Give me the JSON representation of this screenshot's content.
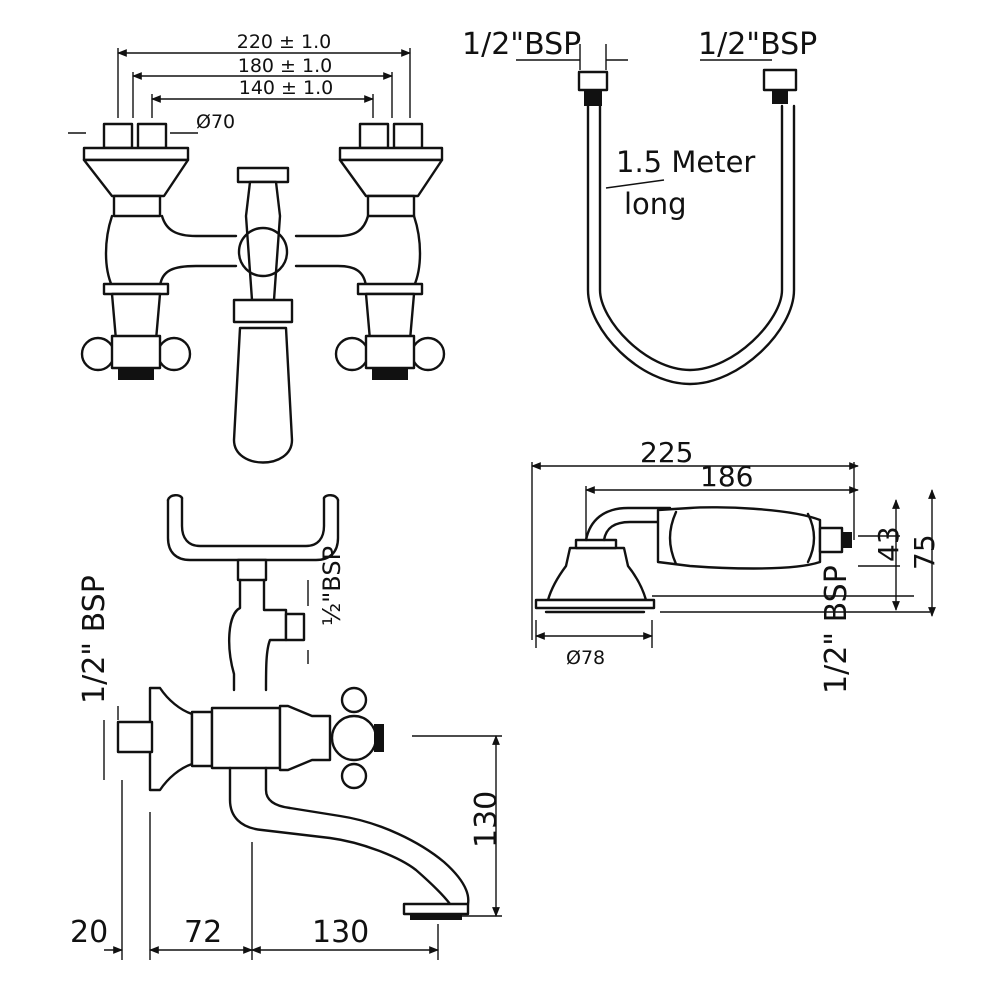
{
  "front_view": {
    "dim_centres_1": "220 ± 1.0",
    "dim_centres_2": "180 ± 1.0",
    "dim_centres_3": "140 ± 1.0",
    "dim_flange_diameter": "Ø70"
  },
  "hose": {
    "inlet_label": "1/2\"BSP",
    "outlet_label": "1/2\"BSP",
    "length_line1": "1.5 Meter",
    "length_line2": "long"
  },
  "handshower": {
    "dim_overall_length": "225",
    "dim_handle_length": "186",
    "dim_height_1": "43",
    "dim_height_2": "75",
    "dim_head_diameter": "Ø78",
    "connection_label": "1/2\" BSP"
  },
  "side_view": {
    "inlet_label": "1/2\" BSP",
    "outlet_label": "½\"BSP",
    "dim_spout_height": "130",
    "dim_flange_depth": "20",
    "dim_body_depth": "72",
    "dim_spout_reach": "130"
  }
}
